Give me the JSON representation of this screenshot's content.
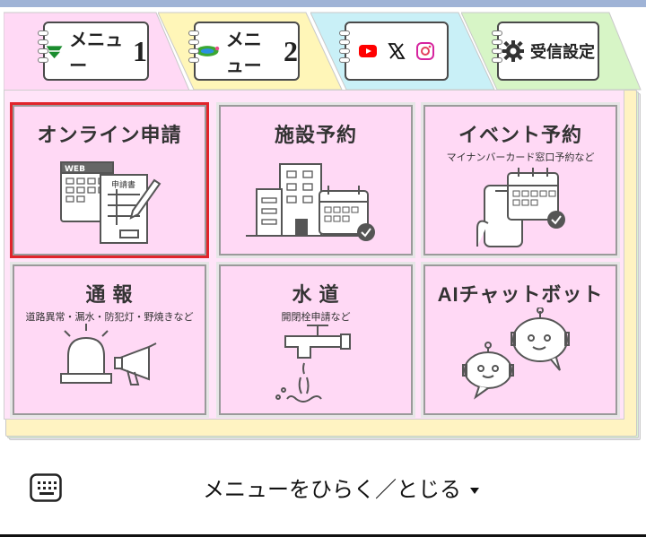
{
  "tabs": [
    {
      "label": "メニュー",
      "number": "1",
      "icon": "city-emblem-icon",
      "color": "#ffd9f5"
    },
    {
      "label": "メニュー",
      "number": "2",
      "icon": "city-mascot-icon",
      "color": "#fff6b8"
    },
    {
      "label": "",
      "icon_social": [
        "youtube-icon",
        "x-icon",
        "instagram-icon"
      ],
      "color": "#c9f0f7"
    },
    {
      "label": "受信設定",
      "icon": "gear-icon",
      "color": "#d7f5c6"
    }
  ],
  "tiles": [
    {
      "title": "オンライン申請",
      "subtitle": "",
      "icon": "web-application-form-icon",
      "selected": true
    },
    {
      "title": "施設予約",
      "subtitle": "",
      "icon": "building-calendar-icon"
    },
    {
      "title": "イベント予約",
      "subtitle": "マイナンバーカード窓口予約など",
      "icon": "phone-calendar-icon"
    },
    {
      "title": "通 報",
      "subtitle": "道路異常・漏水・防犯灯・野焼きなど",
      "icon": "alarm-megaphone-icon"
    },
    {
      "title": "水 道",
      "subtitle": "開閉栓申請など",
      "icon": "water-faucet-icon"
    },
    {
      "title": "AIチャットボット",
      "subtitle": "",
      "icon": "robot-chat-icon"
    }
  ],
  "web_tag": "WEB",
  "form_tag": "申請書",
  "bottom": {
    "toggle_label": "メニューをひらく／とじる"
  },
  "colors": {
    "selected_border": "#e1242b",
    "tile_bg": "#ffd9f5"
  }
}
